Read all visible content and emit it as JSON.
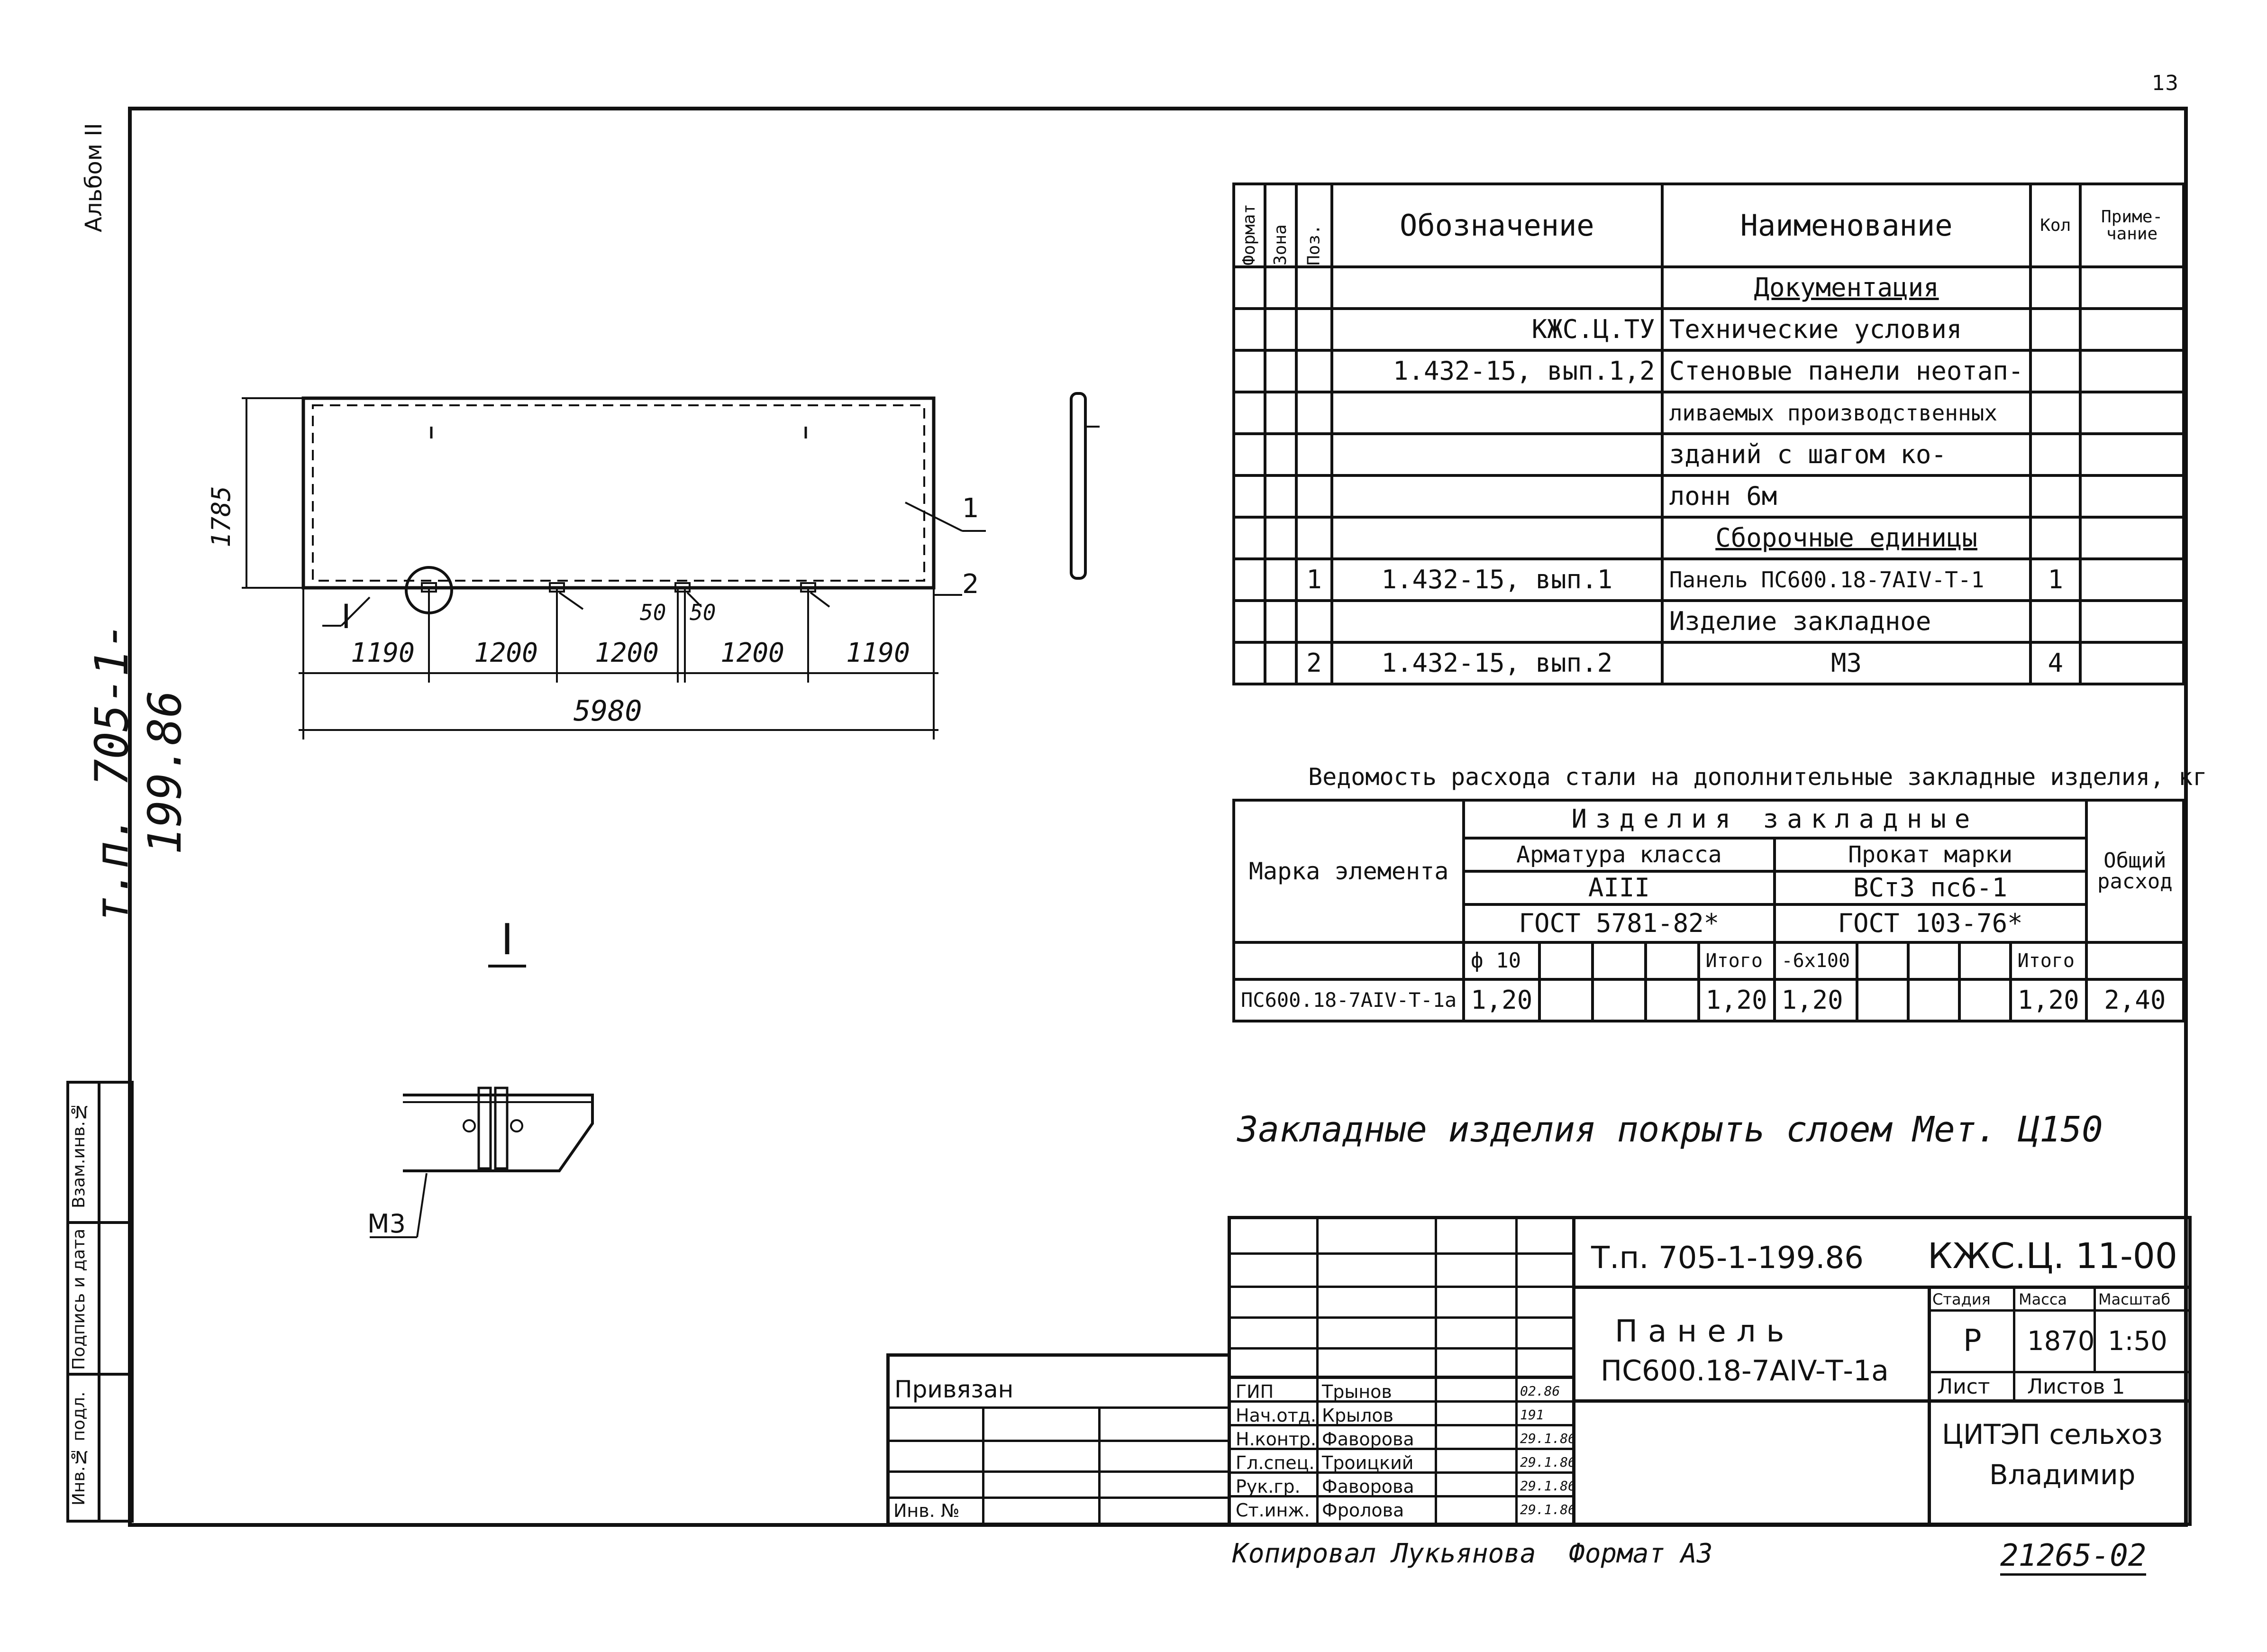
{
  "album_label": "Альбом II",
  "series_vertical": "т.п. 705-1-199.86",
  "page_corner": "13",
  "spec_table": {
    "headers": {
      "format": "Формат",
      "zone": "Зона",
      "pos": "Поз.",
      "designation": "Обозначение",
      "name": "Наименование",
      "qty": "Кол",
      "note": "Приме-чание"
    },
    "rows": [
      {
        "pos": "",
        "designation": "",
        "name": "Документация",
        "qty": "",
        "underline": true
      },
      {
        "pos": "",
        "designation": "КЖС.Ц.ТУ",
        "name": "Технические условия",
        "qty": ""
      },
      {
        "pos": "",
        "designation": "1.432-15, вып.1,2",
        "name": "Стеновые панели неотап-",
        "qty": ""
      },
      {
        "pos": "",
        "designation": "",
        "name": "ливаемых производственных",
        "qty": ""
      },
      {
        "pos": "",
        "designation": "",
        "name": "зданий с шагом ко-",
        "qty": ""
      },
      {
        "pos": "",
        "designation": "",
        "name": "лонн 6м",
        "qty": ""
      },
      {
        "pos": "",
        "designation": "",
        "name": "Сборочные единицы",
        "qty": "",
        "underline": true
      },
      {
        "pos": "1",
        "designation": "1.432-15, вып.1",
        "name": "Панель ПС600.18-7АIV-Т-1",
        "qty": "1"
      },
      {
        "pos": "",
        "designation": "",
        "name": "Изделие закладное",
        "qty": ""
      },
      {
        "pos": "2",
        "designation": "1.432-15, вып.2",
        "name": "М3",
        "qty": "4"
      }
    ]
  },
  "drawing": {
    "dim_height": "1785",
    "segments": [
      "1190",
      "1200",
      "1200",
      "1200",
      "1190"
    ],
    "total": "5980",
    "small_dims": [
      "50",
      "50"
    ],
    "callout_1": "1",
    "callout_2": "2",
    "section_mark": "I",
    "detail_title": "I",
    "detail_label": "М3"
  },
  "steel_table": {
    "title": "Ведомость расхода стали на дополнительные закладные изделия, кг",
    "h_items": "Изделия закладные",
    "h_mark": "Марка элемента",
    "h_rebar": "Арматура класса",
    "h_rolled": "Прокат марки",
    "h_total": "Общий расход",
    "rebar_class": "АIII",
    "rebar_gost": "ГОСТ 5781-82*",
    "rolled_grade": "ВСт3 пс6-1",
    "rolled_gost": "ГОСТ 103-76*",
    "sub_rebar": "ф 10",
    "sub_itogo1": "Итого",
    "sub_rolled": "-6х100",
    "sub_itogo2": "Итого",
    "row": {
      "mark": "ПС600.18-7АIV-Т-1а",
      "rebar": "1,20",
      "rebar_total": "1,20",
      "rolled": "1,20",
      "rolled_total": "1,20",
      "total": "2,40"
    }
  },
  "note": "Закладные изделия покрыть слоем Мет. Ц150",
  "title_block": {
    "project": "Т.п. 705-1-199.86",
    "code": "КЖС.Ц. 11-00",
    "name_line1": "Панель",
    "name_line2": "ПС600.18-7АIV-Т-1а",
    "h_stage": "Стадия",
    "h_mass": "Масса",
    "h_scale": "Масштаб",
    "stage": "Р",
    "mass": "1870",
    "scale": "1:50",
    "sheet": "Лист",
    "sheets": "Листов 1",
    "org_line1": "ЦИТЭП сельхоз",
    "org_line2": "Владимир",
    "roles": [
      {
        "role": "ГИП",
        "name": "Трынов",
        "date": "02.86"
      },
      {
        "role": "Нач.отд.",
        "name": "Крылов",
        "date": "191"
      },
      {
        "role": "Н.контр.",
        "name": "Фаворова",
        "date": "29.1.86"
      },
      {
        "role": "Гл.спец.",
        "name": "Троицкий",
        "date": "29.1.86"
      },
      {
        "role": "Рук.гр.",
        "name": "Фаворова",
        "date": "29.1.86"
      },
      {
        "role": "Ст.инж.",
        "name": "Фролова",
        "date": "29.1.86"
      }
    ]
  },
  "bound_block": {
    "label": "Привязан",
    "inv_label": "Инв. №"
  },
  "side_stamp": {
    "c1": "Инв.№ подл.",
    "c2": "Подпись и дата",
    "c3": "Взам.инв.№"
  },
  "footer": {
    "copied": "Копировал Лукьянова",
    "format": "Формат А3",
    "number": "21265-02"
  }
}
